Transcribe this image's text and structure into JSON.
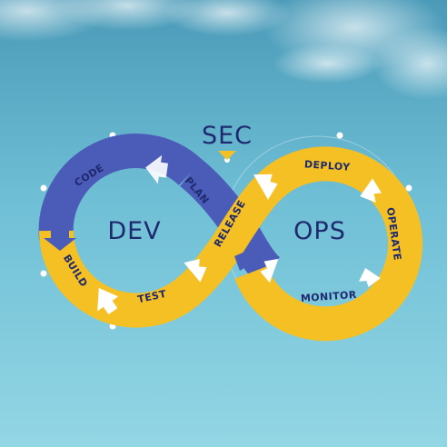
{
  "diagram": {
    "top_label": "SEC",
    "left_label": "DEV",
    "right_label": "OPS",
    "stages": {
      "code": "CODE",
      "plan": "PLAN",
      "build": "BUILD",
      "test": "TEST",
      "release": "RELEASE",
      "deploy": "DEPLOY",
      "operate": "OPERATE",
      "monitor": "MONITOR"
    }
  },
  "colors": {
    "sky_top": "#4a9ab8",
    "sky_bottom": "#8dd3e2",
    "loop_blue": "#4b5cb8",
    "loop_yellow": "#f5c024",
    "text_navy": "#1f2a6e",
    "dots": "#ffffff"
  }
}
